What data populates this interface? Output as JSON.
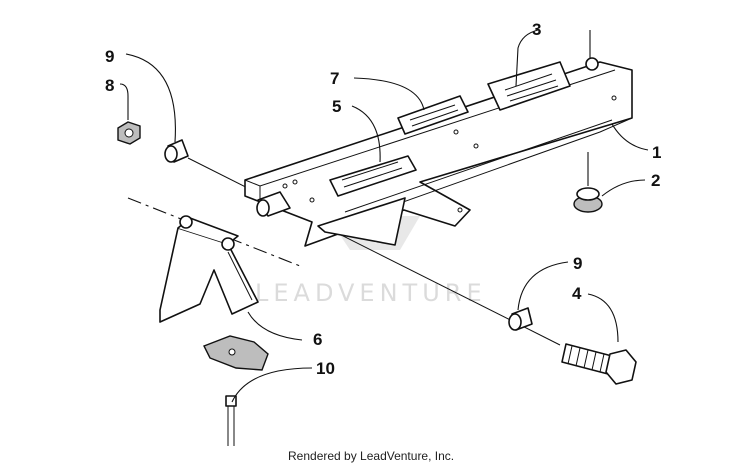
{
  "callouts": {
    "c1": "1",
    "c2": "2",
    "c3": "3",
    "c4": "4",
    "c5": "5",
    "c6": "6",
    "c7": "7",
    "c8": "8",
    "c9a": "9",
    "c9b": "9",
    "c10": "10"
  },
  "watermark": "LEADVENTURE",
  "footer": "Rendered by LeadVenture, Inc."
}
